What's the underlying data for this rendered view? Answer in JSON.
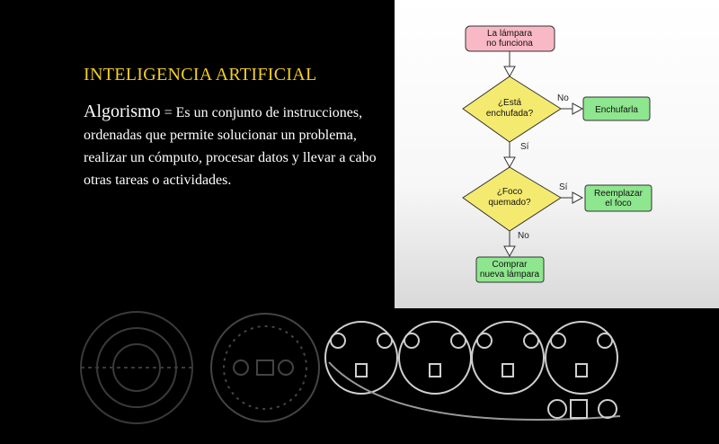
{
  "slide": {
    "title": "INTELIGENCIA ARTIFICIAL",
    "term": "Algorismo",
    "definition": " = Es un conjunto de instrucciones, ordenadas  que permite solucionar un problema, realizar un cómputo, procesar datos y llevar a cabo otras tareas o actividades."
  },
  "flowchart": {
    "colors": {
      "start": "#f9b8c5",
      "decision": "#f4ea6f",
      "action": "#8ee68e"
    },
    "nodes": {
      "start": [
        "La lámpara",
        "no funciona"
      ],
      "decision1": [
        "¿Está",
        "enchufada?"
      ],
      "action1": [
        "Enchufarla"
      ],
      "decision2": [
        "¿Foco",
        "quemado?"
      ],
      "action2": [
        "Reemplazar",
        "el foco"
      ],
      "end": [
        "Comprar",
        "nueva lámpara"
      ]
    },
    "edges": {
      "d1_no": "No",
      "d1_yes": "Sí",
      "d2_yes": "Sí",
      "d2_no": "No"
    }
  }
}
